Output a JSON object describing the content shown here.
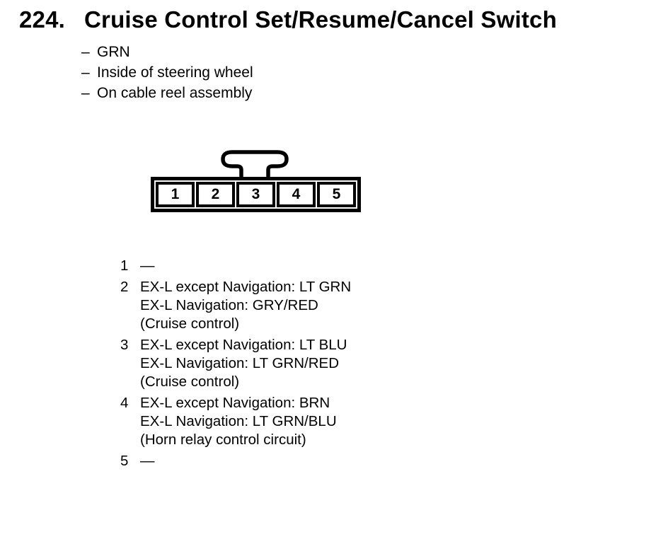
{
  "page": {
    "figure_number": "224.",
    "title": "Cruise Control Set/Resume/Cancel Switch",
    "dash": "–",
    "details": [
      "GRN",
      "Inside of steering wheel",
      "On cable reel assembly"
    ]
  },
  "connector": {
    "description": "5-cavity connector, wire side, locking tab above cavity 3",
    "cavities": [
      "1",
      "2",
      "3",
      "4",
      "5"
    ]
  },
  "pinout": [
    {
      "pin": "1",
      "lines": [
        "—"
      ]
    },
    {
      "pin": "2",
      "lines": [
        "EX-L except Navigation: LT GRN",
        "EX-L Navigation: GRY/RED",
        "(Cruise control)"
      ]
    },
    {
      "pin": "3",
      "lines": [
        "EX-L except Navigation: LT BLU",
        "EX-L Navigation: LT GRN/RED",
        "(Cruise control)"
      ]
    },
    {
      "pin": "4",
      "lines": [
        "EX-L except Navigation: BRN",
        "EX-L Navigation: LT GRN/BLU",
        "(Horn relay control circuit)"
      ]
    },
    {
      "pin": "5",
      "lines": [
        "—"
      ]
    }
  ],
  "colors": {
    "ink": "#000000",
    "paper": "#ffffff"
  }
}
